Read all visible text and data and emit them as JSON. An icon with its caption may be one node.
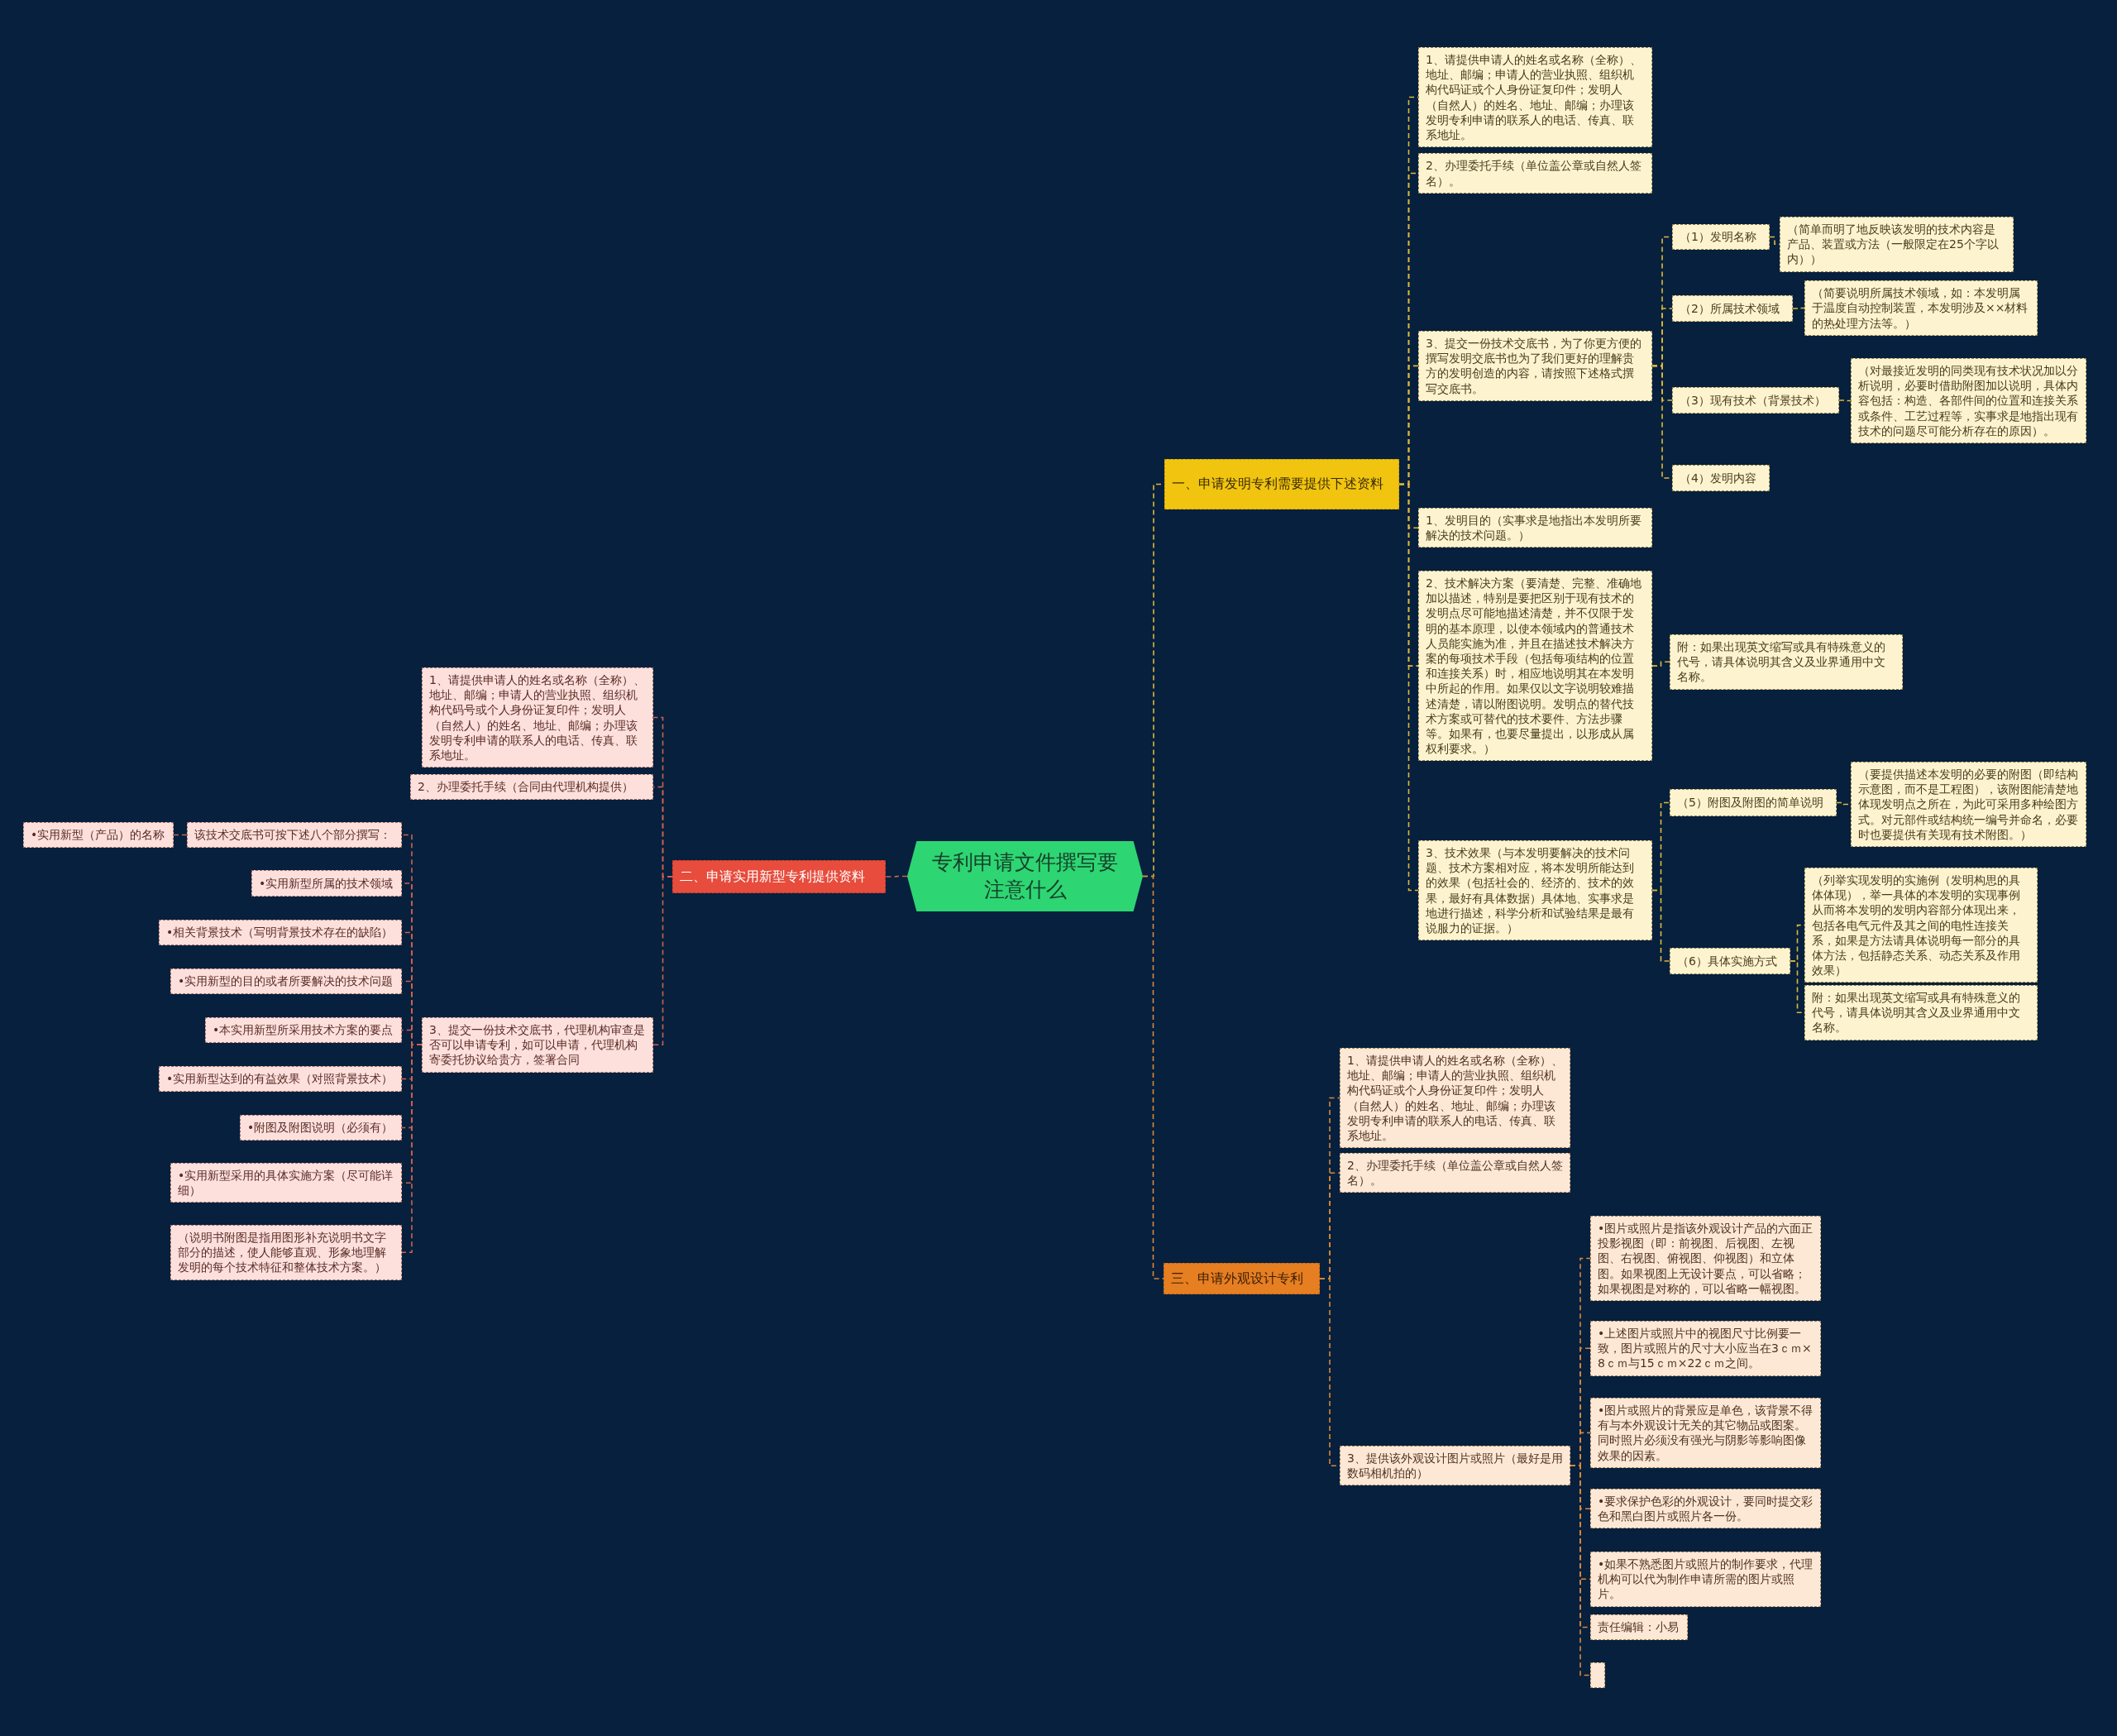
{
  "diagram": {
    "nodes": [
      {
        "text": [
          "专利申请文件撰写要注意什么"
        ]
      },
      {
        "text": [
          "一、申请发明专利需要提供下述资料"
        ]
      },
      {
        "text": [
          "1、请提供申请人的姓名或名称（全称）、地址、邮编；申请人的营业执照、组织机构代码证或个人身份证复印件；发明人（自然人）的姓名、地址、邮编；办理该发明专利申请的联系人的电话、传真、联系地址。"
        ]
      },
      {
        "text": [
          "2、办理委托手续（单位盖公章或自然人签名）。"
        ]
      },
      {
        "text": [
          "3、提交一份技术交底书，为了你更方便的撰写发明交底书也为了我们更好的理解贵方的发明创造的内容，请按照下述格式撰写交底书。"
        ]
      },
      {
        "text": [
          "（1）发明名称"
        ]
      },
      {
        "text": [
          "（简单而明了地反映该发明的技术内容是产品、装置或方法（一般限定在25个字以内））"
        ]
      },
      {
        "text": [
          "（2）所属技术领域"
        ]
      },
      {
        "text": [
          "（简要说明所属技术领域，如：本发明属于温度自动控制装置，本发明涉及××材料的热处理方法等。）"
        ]
      },
      {
        "text": [
          "（3）现有技术（背景技术）"
        ]
      },
      {
        "text": [
          "（对最接近发明的同类现有技术状况加以分析说明，必要时借助附图加以说明，具体内容包括：构造、各部件间的位置和连接关系或条件、工艺过程等，实事求是地指出现有技术的问题尽可能分析存在的原因）。"
        ]
      },
      {
        "text": [
          "（4）发明内容"
        ]
      },
      {
        "text": [
          "1、发明目的（实事求是地指出本发明所要解决的技术问题。）"
        ]
      },
      {
        "text": [
          "2、技术解决方案（要清楚、完整、准确地加以描述，特别是要把区别于现有技术的发明点尽可能地描述清楚，并不仅限于发明的基本原理，以使本领域内的普通技术人员能实施为准，并且在描述技术解决方案的每项技术手段（包括每项结构的位置和连接关系）时，相应地说明其在本发明中所起的作用。如果仅以文字说明较难描述清楚，请以附图说明。发明点的替代技术方案或可替代的技术要件、方法步骤等。如果有，也要尽量提出，以形成从属权利要求。）"
        ]
      },
      {
        "text": [
          "附：如果出现英文缩写或具有特殊意义的代号，请具体说明其含义及业界通用中文名称。"
        ]
      },
      {
        "text": [
          "3、技术效果（与本发明要解决的技术问题、技术方案相对应，将本发明所能达到的效果（包括社会的、经济的、技术的效果，最好有具体数据）具体地、实事求是地进行描述，科学分析和试验结果是最有说服力的证据。）"
        ]
      },
      {
        "text": [
          "（5）附图及附图的简单说明"
        ]
      },
      {
        "text": [
          "（要提供描述本发明的必要的附图（即结构示意图，而不是工程图），该附图能清楚地体现发明点之所在，为此可采用多种绘图方式。对元部件或结构统一编号并命名，必要时也要提供有关现有技术附图。）"
        ]
      },
      {
        "text": [
          "（6）具体实施方式"
        ]
      },
      {
        "text": [
          "（列举实现发明的实施例（发明构思的具体体现），举一具体的本发明的实现事例从而将本发明的发明内容部分体现出来，包括各电气元件及其之间的电性连接关系，如果是方法请具体说明每一部分的具体方法，包括静态关系、动态关系及作用效果）"
        ]
      },
      {
        "text": [
          "附：如果出现英文缩写或具有特殊意义的代号，请具体说明其含义及业界通用中文名称。"
        ]
      },
      {
        "text": [
          "二、申请实用新型专利提供资料"
        ]
      },
      {
        "text": [
          "1、请提供申请人的姓名或名称（全称）、地址、邮编；申请人的营业执照、组织机构代码号或个人身份证复印件；发明人（自然人）的姓名、地址、邮编；办理该发明专利申请的联系人的电话、传真、联系地址。"
        ]
      },
      {
        "text": [
          "2、办理委托手续（合同由代理机构提供）"
        ]
      },
      {
        "text": [
          "3、提交一份技术交底书，代理机构审查是否可以申请专利，如可以申请，代理机构寄委托协议给贵方，签署合同"
        ]
      },
      {
        "text": [
          "该技术交底书可按下述八个部分撰写："
        ]
      },
      {
        "text": [
          "•实用新型（产品）的名称"
        ]
      },
      {
        "text": [
          "•实用新型所属的技术领域"
        ]
      },
      {
        "text": [
          "•相关背景技术（写明背景技术存在的缺陷）"
        ]
      },
      {
        "text": [
          "•实用新型的目的或者所要解决的技术问题"
        ]
      },
      {
        "text": [
          "•本实用新型所采用技术方案的要点"
        ]
      },
      {
        "text": [
          "•实用新型达到的有益效果（对照背景技术）"
        ]
      },
      {
        "text": [
          "•附图及附图说明（必须有）"
        ]
      },
      {
        "text": [
          "•实用新型采用的具体实施方案（尽可能详细）"
        ]
      },
      {
        "text": [
          "（说明书附图是指用图形补充说明书文字部分的描述，使人能够直观、形象地理解发明的每个技术特征和整体技术方案。）"
        ]
      },
      {
        "text": [
          "三、申请外观设计专利"
        ]
      },
      {
        "text": [
          "1、请提供申请人的姓名或名称（全称）、地址、邮编；申请人的营业执照、组织机构代码证或个人身份证复印件；发明人（自然人）的姓名、地址、邮编；办理该发明专利申请的联系人的电话、传真、联系地址。"
        ]
      },
      {
        "text": [
          "2、办理委托手续（单位盖公章或自然人签名）。"
        ]
      },
      {
        "text": [
          "3、提供该外观设计图片或照片（最好是用数码相机拍的）"
        ]
      },
      {
        "text": [
          "•图片或照片是指该外观设计产品的六面正投影视图（即：前视图、后视图、左视图、右视图、俯视图、仰视图）和立体图。如果视图上无设计要点，可以省略；如果视图是对称的，可以省略一幅视图。"
        ]
      },
      {
        "text": [
          "•上述图片或照片中的视图尺寸比例要一致，图片或照片的尺寸大小应当在3ｃｍ×8ｃｍ与15ｃｍ×22ｃｍ之间。"
        ]
      },
      {
        "text": [
          "•图片或照片的背景应是单色，该背景不得有与本外观设计无关的其它物品或图案。同时照片必须没有强光与阴影等影响图像效果的因素。"
        ]
      },
      {
        "text": [
          "•要求保护色彩的外观设计，要同时提交彩色和黑白图片或照片各一份。"
        ]
      },
      {
        "text": [
          "•如果不熟悉图片或照片的制作要求，代理机构可以代为制作申请所需的图片或照片。"
        ]
      },
      {
        "text": [
          "责任编辑：小易"
        ]
      },
      {
        "text": [],
        "shape": "box"
      }
    ],
    "edges": [
      {
        "from": 0,
        "to": 1,
        "arrow": "none",
        "style": "dashed",
        "color": "#e0b83a"
      },
      {
        "from": 1,
        "to": 2,
        "arrow": "none",
        "style": "dashed",
        "color": "#e0b83a"
      },
      {
        "from": 1,
        "to": 3,
        "arrow": "none",
        "style": "dashed",
        "color": "#e0b83a"
      },
      {
        "from": 1,
        "to": 4,
        "arrow": "none",
        "style": "dashed",
        "color": "#e0b83a"
      },
      {
        "from": 4,
        "to": 5,
        "arrow": "none",
        "style": "dashed",
        "color": "#e0b83a"
      },
      {
        "from": 5,
        "to": 6,
        "arrow": "none",
        "style": "dashed",
        "color": "#e0b83a"
      },
      {
        "from": 4,
        "to": 7,
        "arrow": "none",
        "style": "dashed",
        "color": "#e0b83a"
      },
      {
        "from": 7,
        "to": 8,
        "arrow": "none",
        "style": "dashed",
        "color": "#e0b83a"
      },
      {
        "from": 4,
        "to": 9,
        "arrow": "none",
        "style": "dashed",
        "color": "#e0b83a"
      },
      {
        "from": 9,
        "to": 10,
        "arrow": "none",
        "style": "dashed",
        "color": "#e0b83a"
      },
      {
        "from": 4,
        "to": 11,
        "arrow": "none",
        "style": "dashed",
        "color": "#e0b83a"
      },
      {
        "from": 1,
        "to": 12,
        "arrow": "none",
        "style": "dashed",
        "color": "#e0b83a"
      },
      {
        "from": 1,
        "to": 13,
        "arrow": "none",
        "style": "dashed",
        "color": "#e0b83a"
      },
      {
        "from": 13,
        "to": 14,
        "arrow": "none",
        "style": "dashed",
        "color": "#e0b83a"
      },
      {
        "from": 1,
        "to": 15,
        "arrow": "none",
        "style": "dashed",
        "color": "#e0b83a"
      },
      {
        "from": 15,
        "to": 16,
        "arrow": "none",
        "style": "dashed",
        "color": "#e0b83a"
      },
      {
        "from": 16,
        "to": 17,
        "arrow": "none",
        "style": "dashed",
        "color": "#e0b83a"
      },
      {
        "from": 15,
        "to": 18,
        "arrow": "none",
        "style": "dashed",
        "color": "#e0b83a"
      },
      {
        "from": 18,
        "to": 19,
        "arrow": "none",
        "style": "dashed",
        "color": "#e0b83a"
      },
      {
        "from": 18,
        "to": 20,
        "arrow": "none",
        "style": "dashed",
        "color": "#e0b83a"
      },
      {
        "from": 0,
        "to": 21,
        "arrow": "none",
        "style": "dashed",
        "color": "#d0604e"
      },
      {
        "from": 21,
        "to": 22,
        "arrow": "none",
        "style": "dashed",
        "color": "#d0604e"
      },
      {
        "from": 21,
        "to": 23,
        "arrow": "none",
        "style": "dashed",
        "color": "#d0604e"
      },
      {
        "from": 21,
        "to": 24,
        "arrow": "none",
        "style": "dashed",
        "color": "#d0604e"
      },
      {
        "from": 24,
        "to": 25,
        "arrow": "none",
        "style": "dashed",
        "color": "#d0604e"
      },
      {
        "from": 25,
        "to": 26,
        "arrow": "none",
        "style": "dashed",
        "color": "#d0604e"
      },
      {
        "from": 24,
        "to": 27,
        "arrow": "none",
        "style": "dashed",
        "color": "#d0604e"
      },
      {
        "from": 24,
        "to": 28,
        "arrow": "none",
        "style": "dashed",
        "color": "#d0604e"
      },
      {
        "from": 24,
        "to": 29,
        "arrow": "none",
        "style": "dashed",
        "color": "#d0604e"
      },
      {
        "from": 24,
        "to": 30,
        "arrow": "none",
        "style": "dashed",
        "color": "#d0604e"
      },
      {
        "from": 24,
        "to": 31,
        "arrow": "none",
        "style": "dashed",
        "color": "#d0604e"
      },
      {
        "from": 24,
        "to": 32,
        "arrow": "none",
        "style": "dashed",
        "color": "#d0604e"
      },
      {
        "from": 24,
        "to": 33,
        "arrow": "none",
        "style": "dashed",
        "color": "#d0604e"
      },
      {
        "from": 24,
        "to": 34,
        "arrow": "none",
        "style": "dashed",
        "color": "#d0604e"
      },
      {
        "from": 0,
        "to": 35,
        "arrow": "none",
        "style": "dashed",
        "color": "#d9873a"
      },
      {
        "from": 35,
        "to": 36,
        "arrow": "none",
        "style": "dashed",
        "color": "#d9873a"
      },
      {
        "from": 35,
        "to": 37,
        "arrow": "none",
        "style": "dashed",
        "color": "#d9873a"
      },
      {
        "from": 35,
        "to": 38,
        "arrow": "none",
        "style": "dashed",
        "color": "#d9873a"
      },
      {
        "from": 38,
        "to": 39,
        "arrow": "none",
        "style": "dashed",
        "color": "#d9873a"
      },
      {
        "from": 38,
        "to": 40,
        "arrow": "none",
        "style": "dashed",
        "color": "#d9873a"
      },
      {
        "from": 38,
        "to": 41,
        "arrow": "none",
        "style": "dashed",
        "color": "#d9873a"
      },
      {
        "from": 38,
        "to": 42,
        "arrow": "none",
        "style": "dashed",
        "color": "#d9873a"
      },
      {
        "from": 38,
        "to": 43,
        "arrow": "none",
        "style": "dashed",
        "color": "#d9873a"
      },
      {
        "from": 38,
        "to": 44,
        "arrow": "none",
        "style": "dashed",
        "color": "#d9873a"
      },
      {
        "from": 38,
        "to": 45,
        "arrow": "none",
        "style": "dashed",
        "color": "#d9873a"
      }
    ]
  }
}
